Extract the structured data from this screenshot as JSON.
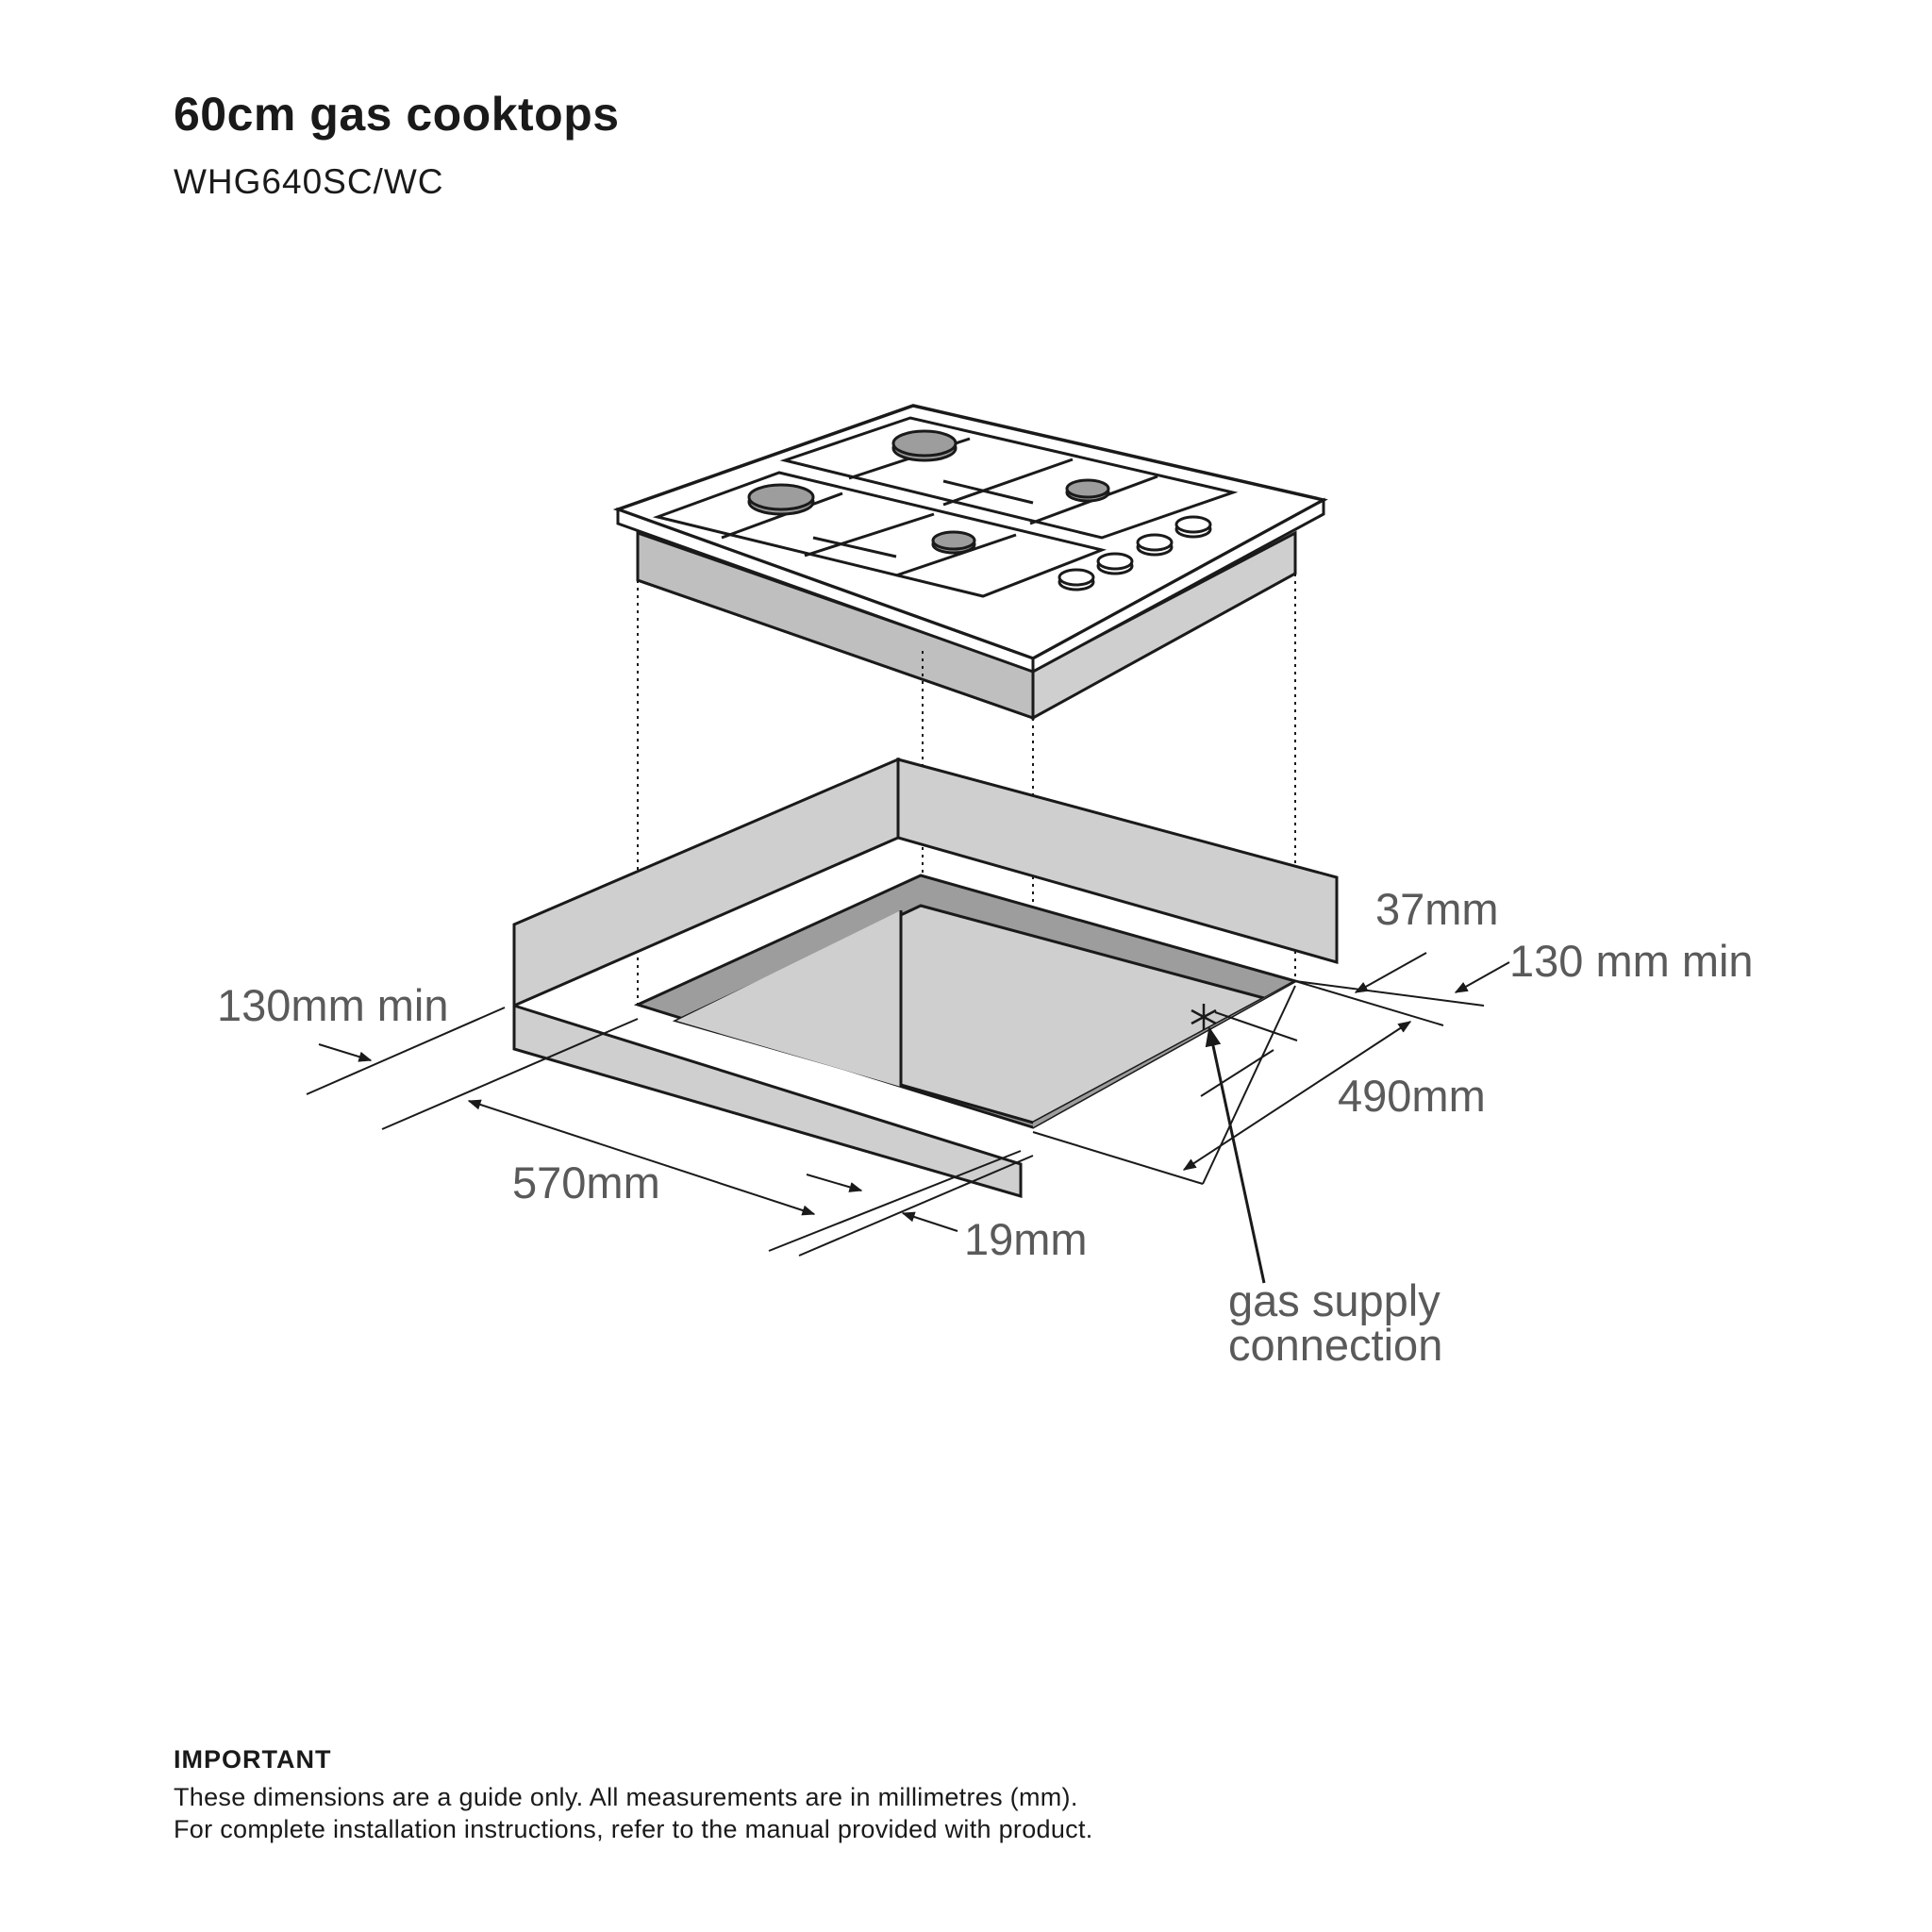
{
  "header": {
    "title": "60cm gas cooktops",
    "model": "WHG640SC/WC"
  },
  "diagram": {
    "labels": {
      "depth_37": "37mm",
      "rear_clearance": "130 mm min",
      "side_clearance": "130mm min",
      "depth_490": "490mm",
      "width_570": "570mm",
      "front_19": "19mm",
      "gas_supply_line1": "gas supply",
      "gas_supply_line2": "connection"
    },
    "icons": [
      "gas-connection-asterisk-icon",
      "burner-icon",
      "control-knob-icon"
    ],
    "colors": {
      "panel_fill": "#cfcfcf",
      "panel_dark": "#9d9d9d",
      "stroke": "#1a1a1a",
      "label": "#5a5a5a"
    }
  },
  "notes": {
    "heading": "IMPORTANT",
    "line1": "These dimensions are a guide only. All measurements are in millimetres (mm).",
    "line2": "For complete installation instructions, refer to the manual provided with product."
  }
}
